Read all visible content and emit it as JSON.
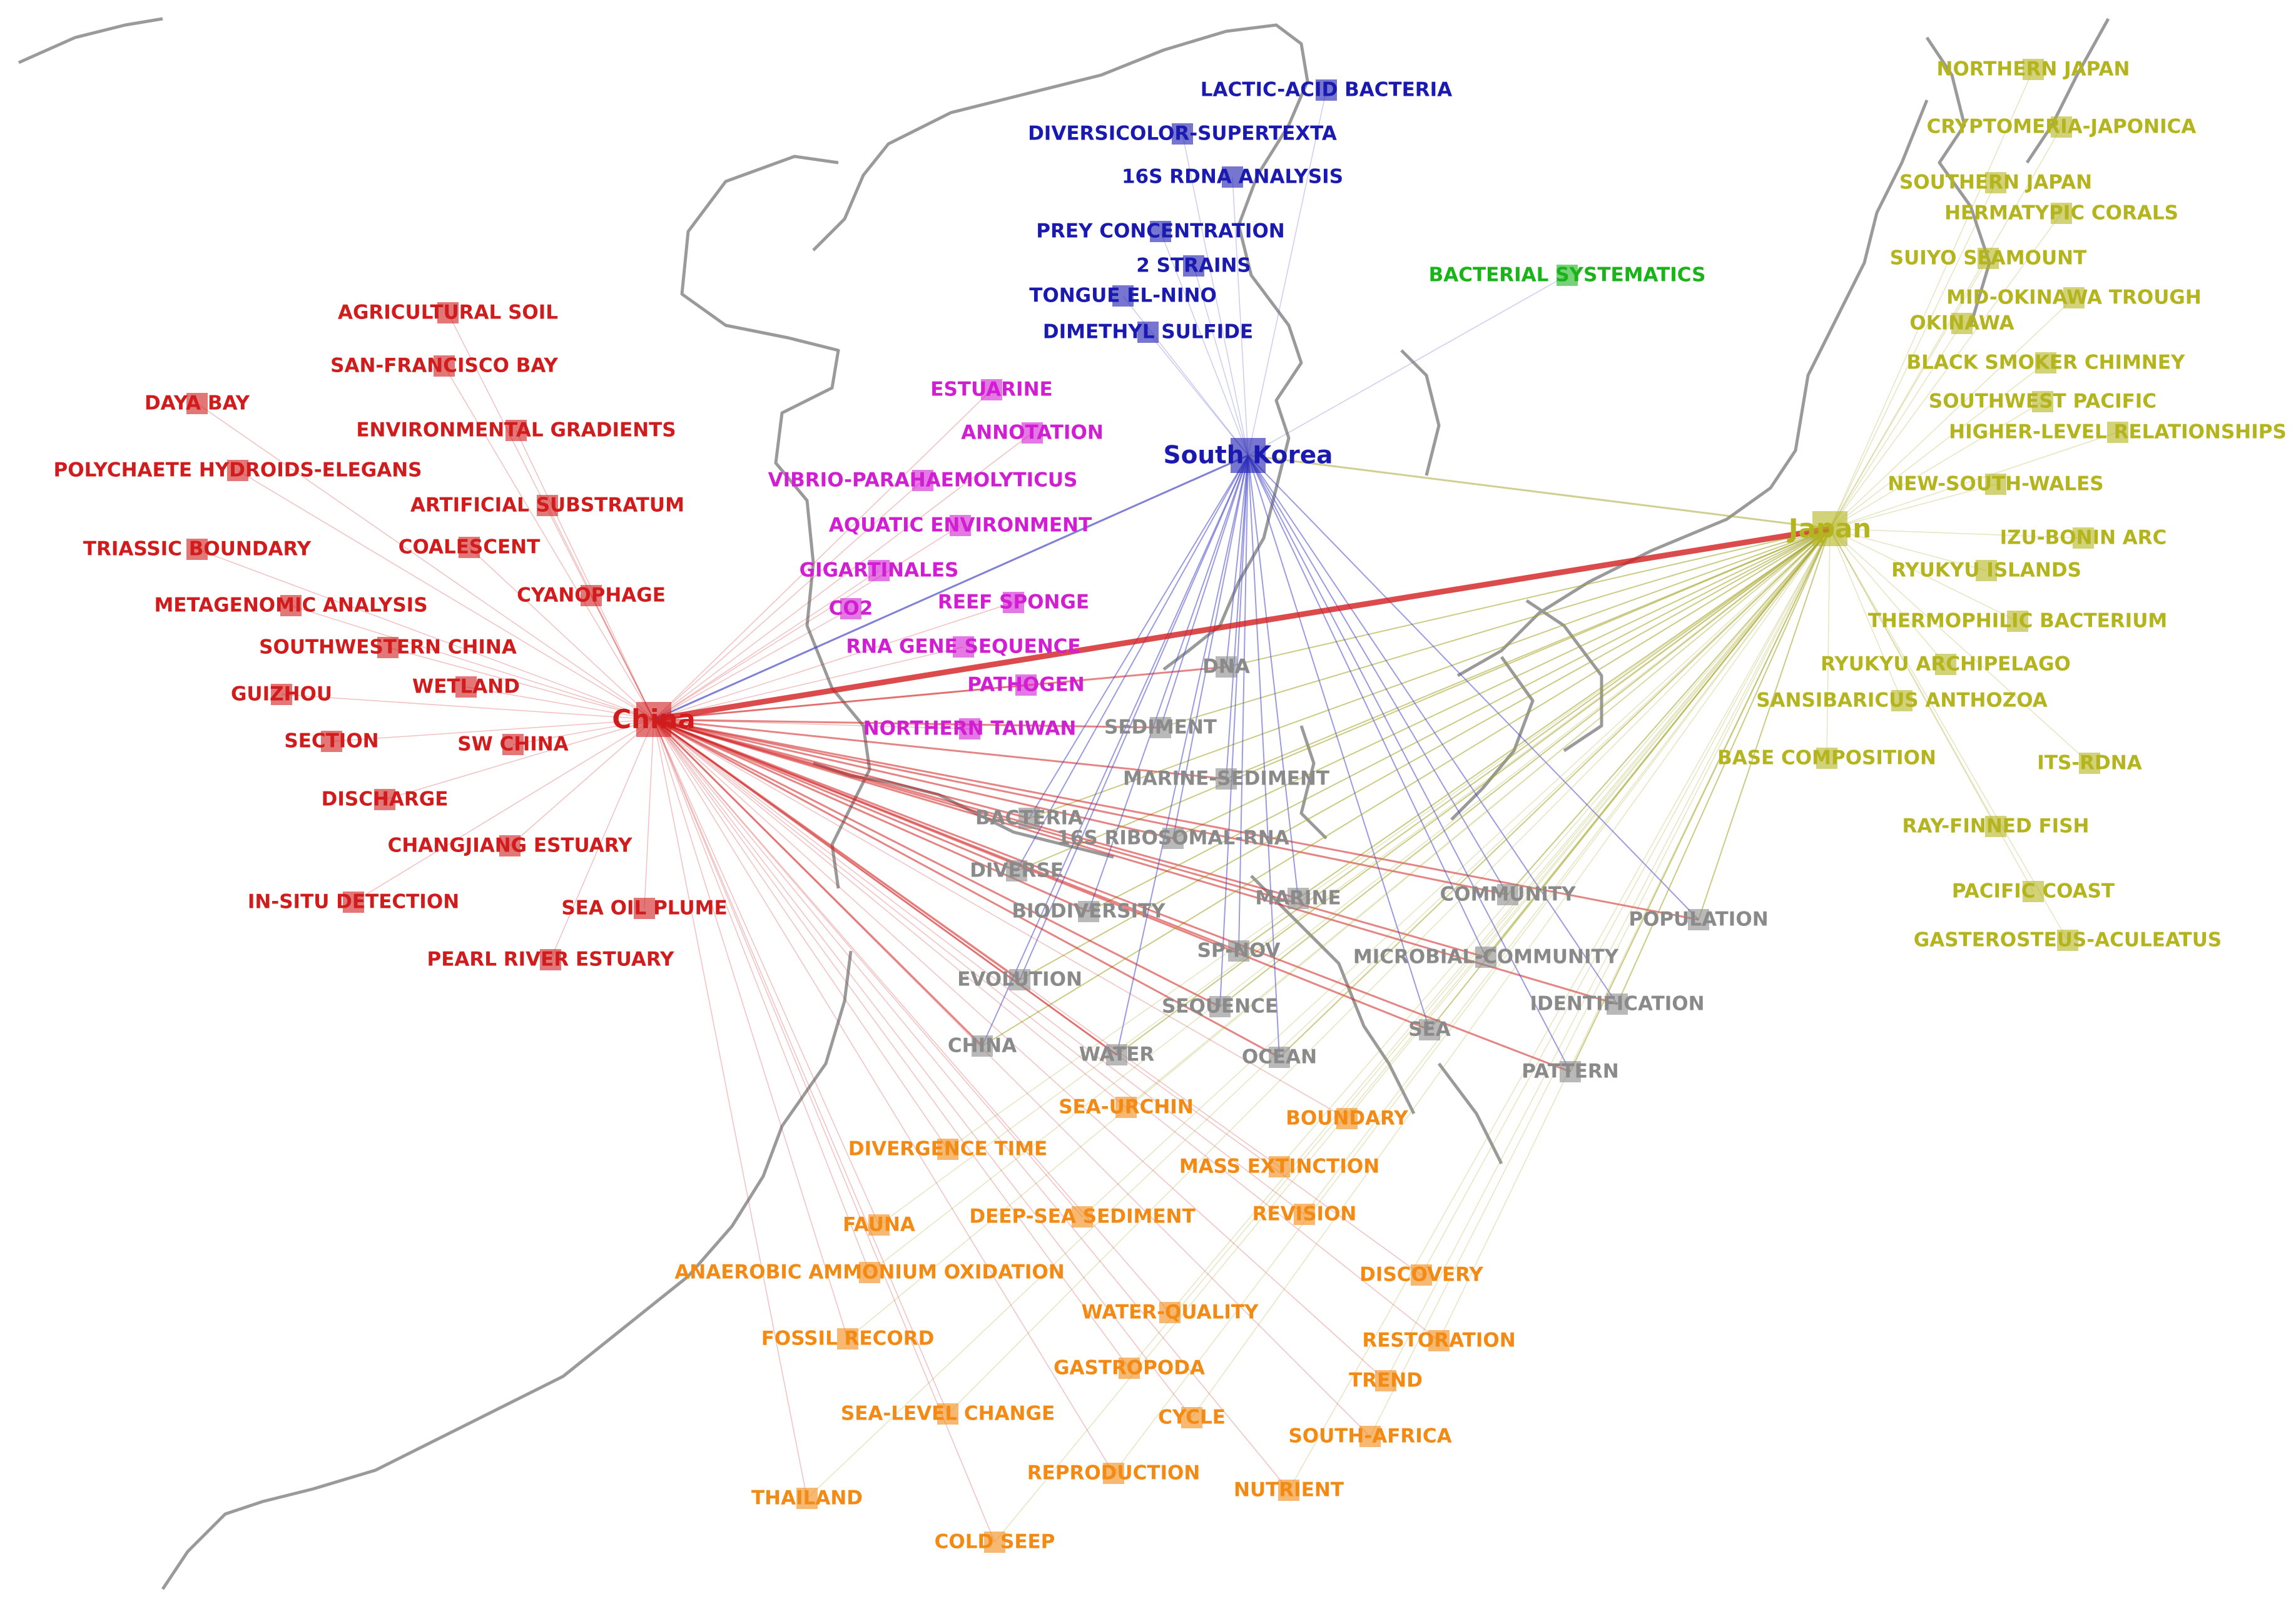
{
  "colors": {
    "china": "#d01c1c",
    "korea": "#1a1ab0",
    "japan": "#b4b41e",
    "central": "#8a8a8a",
    "bacterial": "#1ab41a",
    "orange": "#f28a14",
    "magenta": "#d21ed2",
    "map": "#9a9a9a",
    "link_china": "#d21e1e",
    "link_japan": "#a0a020",
    "link_korea": "#4848c8"
  },
  "hubs": [
    {
      "key": "china",
      "label": "China",
      "group": "china"
    },
    {
      "key": "korea",
      "label": "South Korea",
      "group": "korea"
    },
    {
      "key": "japan",
      "label": "Japan",
      "group": "japan"
    }
  ],
  "nodes": [
    {
      "label": "AGRICULTURAL SOIL",
      "group": "china"
    },
    {
      "label": "SAN-FRANCISCO BAY",
      "group": "china"
    },
    {
      "label": "DAYA BAY",
      "group": "china"
    },
    {
      "label": "ENVIRONMENTAL GRADIENTS",
      "group": "china"
    },
    {
      "label": "POLYCHAETE HYDROIDS-ELEGANS",
      "group": "china"
    },
    {
      "label": "ARTIFICIAL SUBSTRATUM",
      "group": "china"
    },
    {
      "label": "TRIASSIC BOUNDARY",
      "group": "china"
    },
    {
      "label": "COALESCENT",
      "group": "china"
    },
    {
      "label": "CYANOPHAGE",
      "group": "china"
    },
    {
      "label": "METAGENOMIC ANALYSIS",
      "group": "china"
    },
    {
      "label": "SOUTHWESTERN CHINA",
      "group": "china"
    },
    {
      "label": "GUIZHOU",
      "group": "china"
    },
    {
      "label": "WETLAND",
      "group": "china"
    },
    {
      "label": "SECTION",
      "group": "china"
    },
    {
      "label": "SW CHINA",
      "group": "china"
    },
    {
      "label": "DISCHARGE",
      "group": "china"
    },
    {
      "label": "CHANGJIANG ESTUARY",
      "group": "china"
    },
    {
      "label": "IN-SITU DETECTION",
      "group": "china"
    },
    {
      "label": "SEA OIL PLUME",
      "group": "china"
    },
    {
      "label": "PEARL RIVER ESTUARY",
      "group": "china"
    },
    {
      "label": "LACTIC-ACID BACTERIA",
      "group": "korea"
    },
    {
      "label": "DIVERSICOLOR-SUPERTEXTA",
      "group": "korea"
    },
    {
      "label": "16S RDNA ANALYSIS",
      "group": "korea"
    },
    {
      "label": "PREY CONCENTRATION",
      "group": "korea"
    },
    {
      "label": "2 STRAINS",
      "group": "korea"
    },
    {
      "label": "TONGUE EL-NINO",
      "group": "korea"
    },
    {
      "label": "DIMETHYL SULFIDE",
      "group": "korea"
    },
    {
      "label": "BACTERIAL SYSTEMATICS",
      "group": "bacterial"
    },
    {
      "label": "ESTUARINE",
      "group": "magenta"
    },
    {
      "label": "ANNOTATION",
      "group": "magenta"
    },
    {
      "label": "VIBRIO-PARAHAEMOLYTICUS",
      "group": "magenta"
    },
    {
      "label": "AQUATIC ENVIRONMENT",
      "group": "magenta"
    },
    {
      "label": "GIGARTINALES",
      "group": "magenta"
    },
    {
      "label": "CO2",
      "group": "magenta"
    },
    {
      "label": "REEF SPONGE",
      "group": "magenta"
    },
    {
      "label": "RNA GENE SEQUENCE",
      "group": "magenta"
    },
    {
      "label": "PATHOGEN",
      "group": "magenta"
    },
    {
      "label": "NORTHERN TAIWAN",
      "group": "magenta"
    },
    {
      "label": "DNA",
      "group": "central"
    },
    {
      "label": "SEDIMENT",
      "group": "central"
    },
    {
      "label": "MARINE-SEDIMENT",
      "group": "central"
    },
    {
      "label": "BACTERIA",
      "group": "central"
    },
    {
      "label": "16S RIBOSOMAL-RNA",
      "group": "central"
    },
    {
      "label": "DIVERSE",
      "group": "central"
    },
    {
      "label": "COMMUNITY",
      "group": "central"
    },
    {
      "label": "MARINE",
      "group": "central"
    },
    {
      "label": "POPULATION",
      "group": "central"
    },
    {
      "label": "BIODIVERSITY",
      "group": "central"
    },
    {
      "label": "SP-NOV",
      "group": "central"
    },
    {
      "label": "MICROBIAL-COMMUNITY",
      "group": "central"
    },
    {
      "label": "EVOLUTION",
      "group": "central"
    },
    {
      "label": "IDENTIFICATION",
      "group": "central"
    },
    {
      "label": "SEQUENCE",
      "group": "central"
    },
    {
      "label": "SEA",
      "group": "central"
    },
    {
      "label": "CHINA",
      "group": "central"
    },
    {
      "label": "WATER",
      "group": "central"
    },
    {
      "label": "OCEAN",
      "group": "central"
    },
    {
      "label": "PATTERN",
      "group": "central"
    },
    {
      "label": "SEA-URCHIN",
      "group": "orange"
    },
    {
      "label": "BOUNDARY",
      "group": "orange"
    },
    {
      "label": "DIVERGENCE TIME",
      "group": "orange"
    },
    {
      "label": "MASS EXTINCTION",
      "group": "orange"
    },
    {
      "label": "FAUNA",
      "group": "orange"
    },
    {
      "label": "DEEP-SEA SEDIMENT",
      "group": "orange"
    },
    {
      "label": "REVISION",
      "group": "orange"
    },
    {
      "label": "ANAEROBIC AMMONIUM OXIDATION",
      "group": "orange"
    },
    {
      "label": "DISCOVERY",
      "group": "orange"
    },
    {
      "label": "WATER-QUALITY",
      "group": "orange"
    },
    {
      "label": "FOSSIL RECORD",
      "group": "orange"
    },
    {
      "label": "RESTORATION",
      "group": "orange"
    },
    {
      "label": "GASTROPODA",
      "group": "orange"
    },
    {
      "label": "TREND",
      "group": "orange"
    },
    {
      "label": "SEA-LEVEL CHANGE",
      "group": "orange"
    },
    {
      "label": "CYCLE",
      "group": "orange"
    },
    {
      "label": "SOUTH-AFRICA",
      "group": "orange"
    },
    {
      "label": "REPRODUCTION",
      "group": "orange"
    },
    {
      "label": "NUTRIENT",
      "group": "orange"
    },
    {
      "label": "THAILAND",
      "group": "orange"
    },
    {
      "label": "COLD SEEP",
      "group": "orange"
    },
    {
      "label": "NORTHERN JAPAN",
      "group": "japan"
    },
    {
      "label": "CRYPTOMERIA-JAPONICA",
      "group": "japan"
    },
    {
      "label": "SOUTHERN JAPAN",
      "group": "japan"
    },
    {
      "label": "HERMATYPIC CORALS",
      "group": "japan"
    },
    {
      "label": "SUIYO SEAMOUNT",
      "group": "japan"
    },
    {
      "label": "MID-OKINAWA TROUGH",
      "group": "japan"
    },
    {
      "label": "OKINAWA",
      "group": "japan"
    },
    {
      "label": "BLACK SMOKER CHIMNEY",
      "group": "japan"
    },
    {
      "label": "SOUTHWEST PACIFIC",
      "group": "japan"
    },
    {
      "label": "HIGHER-LEVEL RELATIONSHIPS",
      "group": "japan"
    },
    {
      "label": "NEW-SOUTH-WALES",
      "group": "japan"
    },
    {
      "label": "IZU-BONIN ARC",
      "group": "japan"
    },
    {
      "label": "RYUKYU ISLANDS",
      "group": "japan"
    },
    {
      "label": "THERMOPHILIC BACTERIUM",
      "group": "japan"
    },
    {
      "label": "RYUKYU ARCHIPELAGO",
      "group": "japan"
    },
    {
      "label": "SANSIBARICUS ANTHOZOA",
      "group": "japan"
    },
    {
      "label": "BASE COMPOSITION",
      "group": "japan"
    },
    {
      "label": "ITS-RDNA",
      "group": "japan"
    },
    {
      "label": "RAY-FINNED FISH",
      "group": "japan"
    },
    {
      "label": "PACIFIC COAST",
      "group": "japan"
    },
    {
      "label": "GASTEROSTEUS-ACULEATUS",
      "group": "japan"
    }
  ]
}
